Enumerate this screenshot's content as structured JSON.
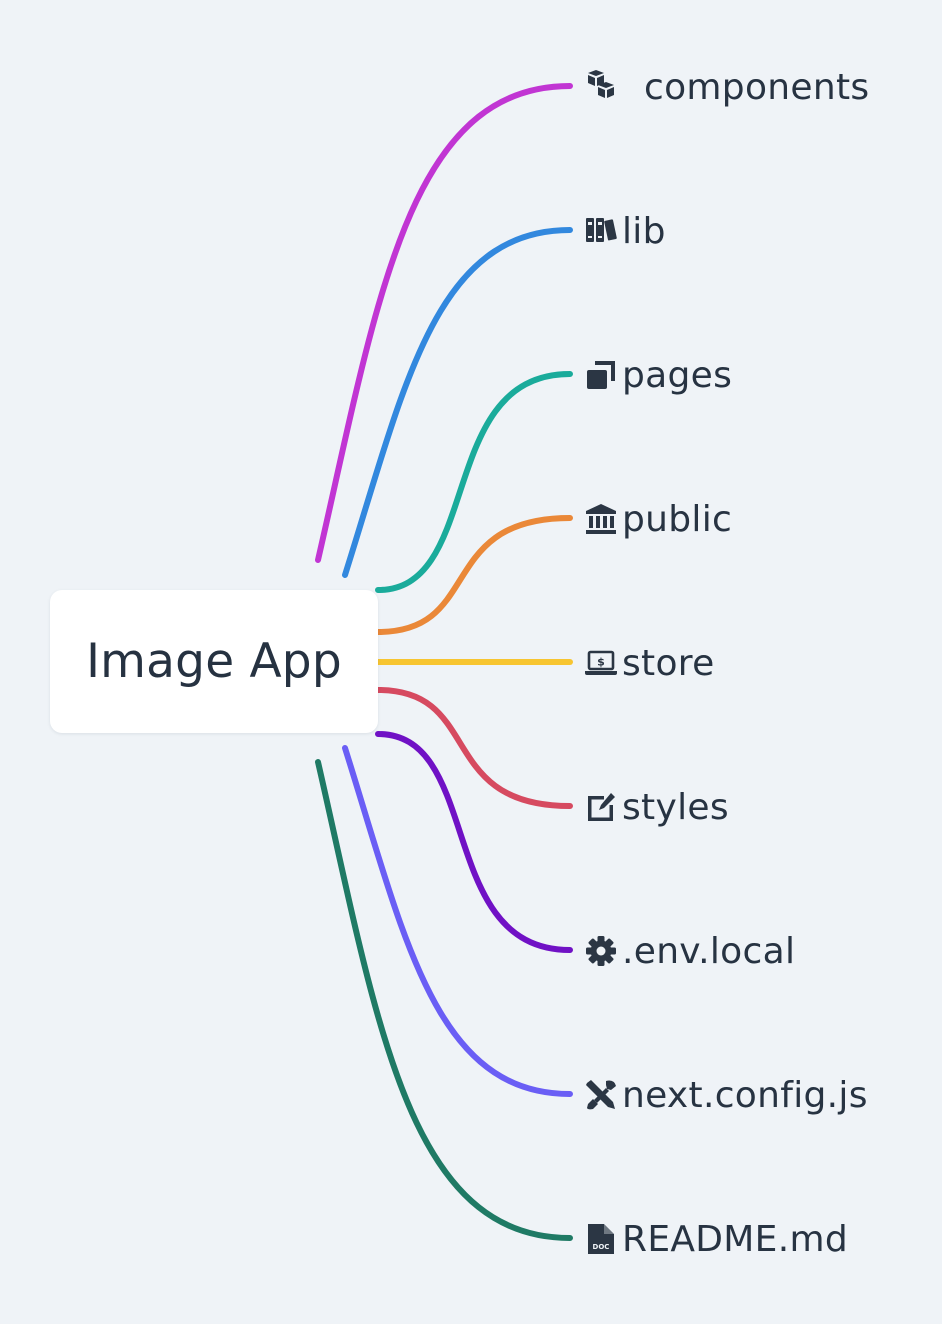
{
  "root": {
    "label": "Image App"
  },
  "branches": [
    {
      "label": "components",
      "icon": "cubes-icon",
      "color": "#c135d3"
    },
    {
      "label": "lib",
      "icon": "book-icon",
      "color": "#3288de"
    },
    {
      "label": "pages",
      "icon": "copy-icon",
      "color": "#1aab9b"
    },
    {
      "label": "public",
      "icon": "landmark-icon",
      "color": "#ea8838"
    },
    {
      "label": "store",
      "icon": "laptop-dollar-icon",
      "color": "#f7c531"
    },
    {
      "label": "styles",
      "icon": "pen-square-icon",
      "color": "#d64a60"
    },
    {
      "label": ".env.local",
      "icon": "gear-icon",
      "color": "#7011c5"
    },
    {
      "label": "next.config.js",
      "icon": "tools-icon",
      "color": "#6a5ef5"
    },
    {
      "label": "README.md",
      "icon": "file-doc-icon",
      "color": "#1f7a65"
    }
  ]
}
